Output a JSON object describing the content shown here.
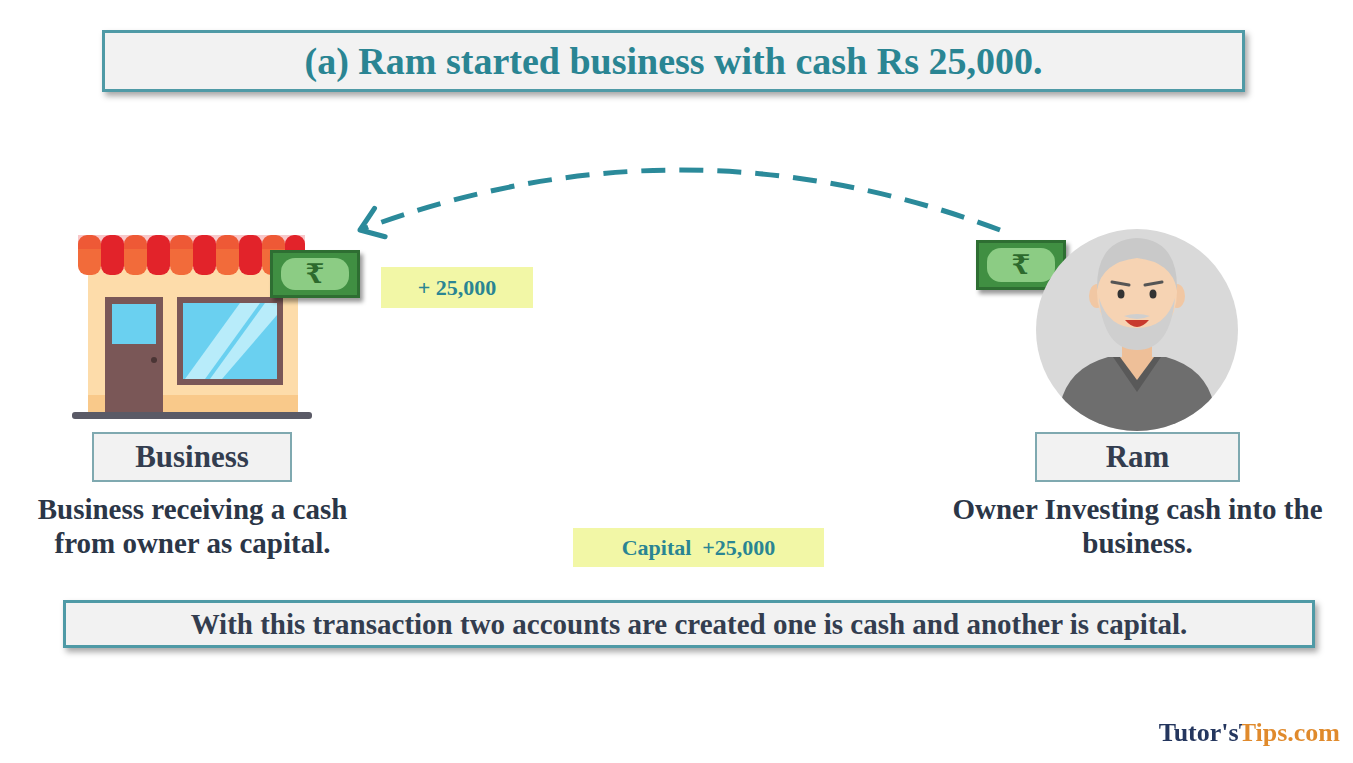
{
  "diagram": {
    "title": "(a) Ram started business with cash Rs 25,000.",
    "caption": "With this transaction two accounts are created one is cash and another is capital.",
    "nodes": [
      {
        "text": [
          "Business",
          "Business receiving a cash from owner as capital."
        ]
      },
      {
        "text": [
          "+ 25,000"
        ]
      },
      {
        "text": [
          "Ram",
          "Owner Investing cash into the business."
        ]
      },
      {
        "text": [
          "Capital  +25,000"
        ]
      }
    ],
    "edges": [
      {
        "from": 2,
        "to": 0,
        "arrow": "to"
      }
    ],
    "labels": [
      "₹",
      "₹",
      "Tutor'sTips.com"
    ]
  }
}
